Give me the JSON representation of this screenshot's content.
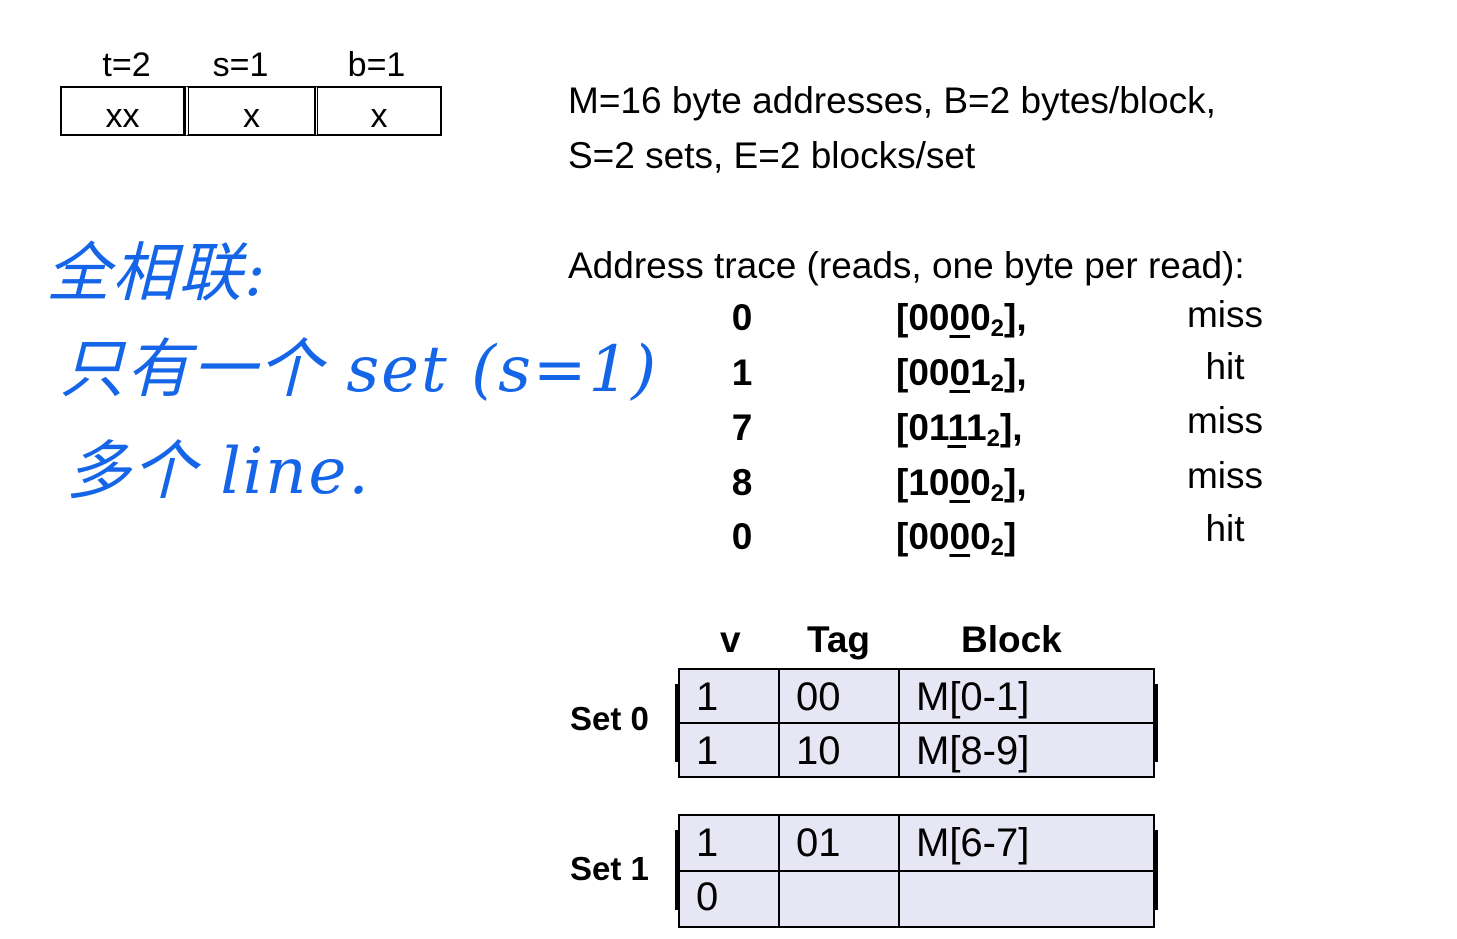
{
  "address_fields": [
    {
      "label": "t=2",
      "value": "xx"
    },
    {
      "label": "s=1",
      "value": "x"
    },
    {
      "label": "b=1",
      "value": "x"
    }
  ],
  "description": {
    "line1": "M=16 byte addresses, B=2 bytes/block,",
    "line2": "S=2 sets, E=2 blocks/set"
  },
  "trace": {
    "heading": "Address trace (reads, one byte per read):",
    "rows": [
      {
        "addr": "0",
        "b1": "00",
        "bu": "0",
        "b2": "0",
        "sub": "2",
        "end": "],",
        "result": "miss"
      },
      {
        "addr": "1",
        "b1": "00",
        "bu": "0",
        "b2": "1",
        "sub": "2",
        "end": "],",
        "result": "hit"
      },
      {
        "addr": "7",
        "b1": "01",
        "bu": "1",
        "b2": "1",
        "sub": "2",
        "end": "],",
        "result": "miss"
      },
      {
        "addr": "8",
        "b1": "10",
        "bu": "0",
        "b2": "0",
        "sub": "2",
        "end": "],",
        "result": "miss"
      },
      {
        "addr": "0",
        "b1": "00",
        "bu": "0",
        "b2": "0",
        "sub": "2",
        "end": "]",
        "result": "hit"
      }
    ]
  },
  "cache": {
    "headers": {
      "v": "v",
      "tag": "Tag",
      "block": "Block"
    },
    "sets": [
      {
        "label": "Set 0",
        "lines": [
          {
            "v": "1",
            "tag": "00",
            "block": "M[0-1]"
          },
          {
            "v": "1",
            "tag": "10",
            "block": "M[8-9]"
          }
        ]
      },
      {
        "label": "Set 1",
        "lines": [
          {
            "v": "1",
            "tag": "01",
            "block": "M[6-7]"
          },
          {
            "v": "0",
            "tag": "",
            "block": ""
          }
        ]
      }
    ]
  },
  "handwritten_note": {
    "line1": "全相联:",
    "line2": "只有一个 set (s=1)",
    "line3": "多个 line."
  },
  "colors": {
    "handwriting": "#1565e8",
    "cache_cell": "#e6e6f5"
  }
}
